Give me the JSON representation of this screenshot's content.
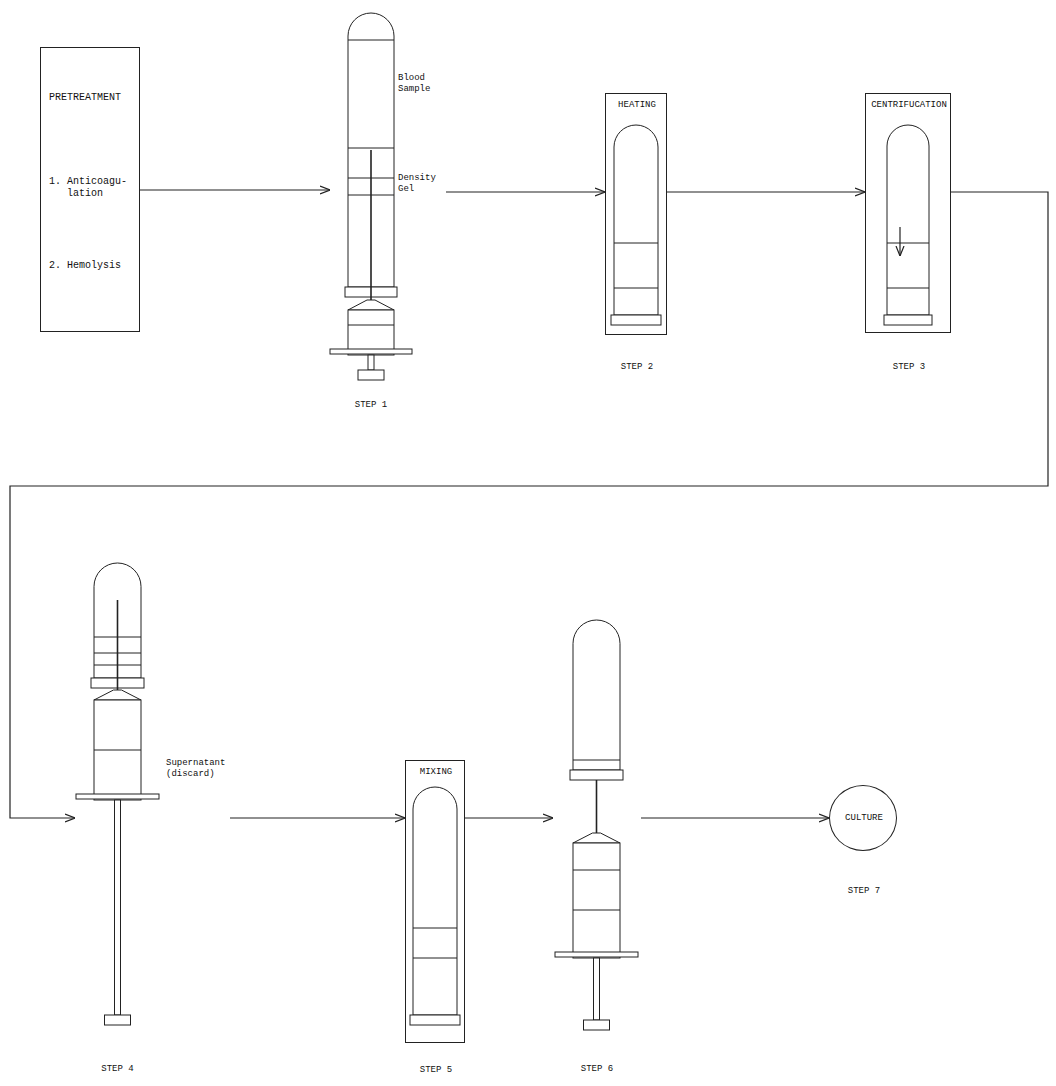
{
  "diagram": {
    "nodes": [
      {
        "text": [
          "PRETREATMENT",
          "1. Anticoagu- lation",
          "2. Hemolysis"
        ]
      },
      {
        "text": [
          "Blood Sample",
          "Density Gel",
          "STEP 1"
        ]
      },
      {
        "text": [
          "HEATING",
          "STEP 2"
        ]
      },
      {
        "text": [
          "CENTRIFUCATION",
          "STEP 3"
        ]
      },
      {
        "text": [
          "Supernatant (discard)",
          "STEP 4"
        ]
      },
      {
        "text": [
          "MIXING",
          "STEP 5"
        ]
      },
      {
        "text": [
          "STEP 6"
        ]
      },
      {
        "text": [
          "CULTURE",
          "STEP 7"
        ]
      }
    ],
    "edges": [
      {
        "from": 0,
        "to": 1,
        "arrow": "to"
      },
      {
        "from": 1,
        "to": 2,
        "arrow": "to"
      },
      {
        "from": 2,
        "to": 3,
        "arrow": "to"
      },
      {
        "from": 3,
        "to": 4,
        "arrow": "to"
      },
      {
        "from": 4,
        "to": 5,
        "arrow": "to"
      },
      {
        "from": 5,
        "to": 6,
        "arrow": "to"
      },
      {
        "from": 6,
        "to": 7,
        "arrow": "to"
      }
    ]
  }
}
